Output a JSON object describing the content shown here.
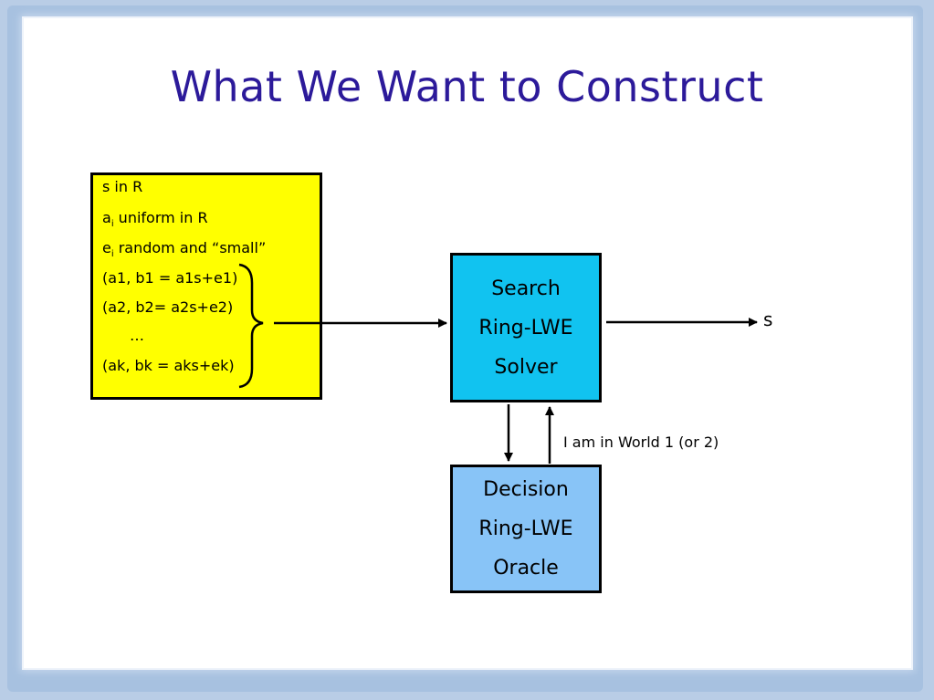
{
  "title": "What We Want to Construct",
  "input_box": {
    "line1": "s in R",
    "line2_a": "a",
    "line2_sub": "i",
    "line2_rest": " uniform in R",
    "line3_a": "e",
    "line3_sub": "i",
    "line3_rest": " random and “small”",
    "line4": "(a1, b1 = a1s+e1)",
    "line5": "(a2, b2= a2s+e2)",
    "line6": "…",
    "line7": "(ak, bk = aks+ek)"
  },
  "search_box": {
    "line1": "Search",
    "line2": "Ring-LWE",
    "line3": "Solver"
  },
  "decision_box": {
    "line1": "Decision",
    "line2": "Ring-LWE",
    "line3": "Oracle"
  },
  "output_label": "s",
  "oracle_reply_label": "I am in World 1 (or 2)",
  "colors": {
    "title": "#2c1a9a",
    "input_box_fill": "#ffff00",
    "search_box_fill": "#11c3f0",
    "decision_box_fill": "#88c4f7"
  }
}
